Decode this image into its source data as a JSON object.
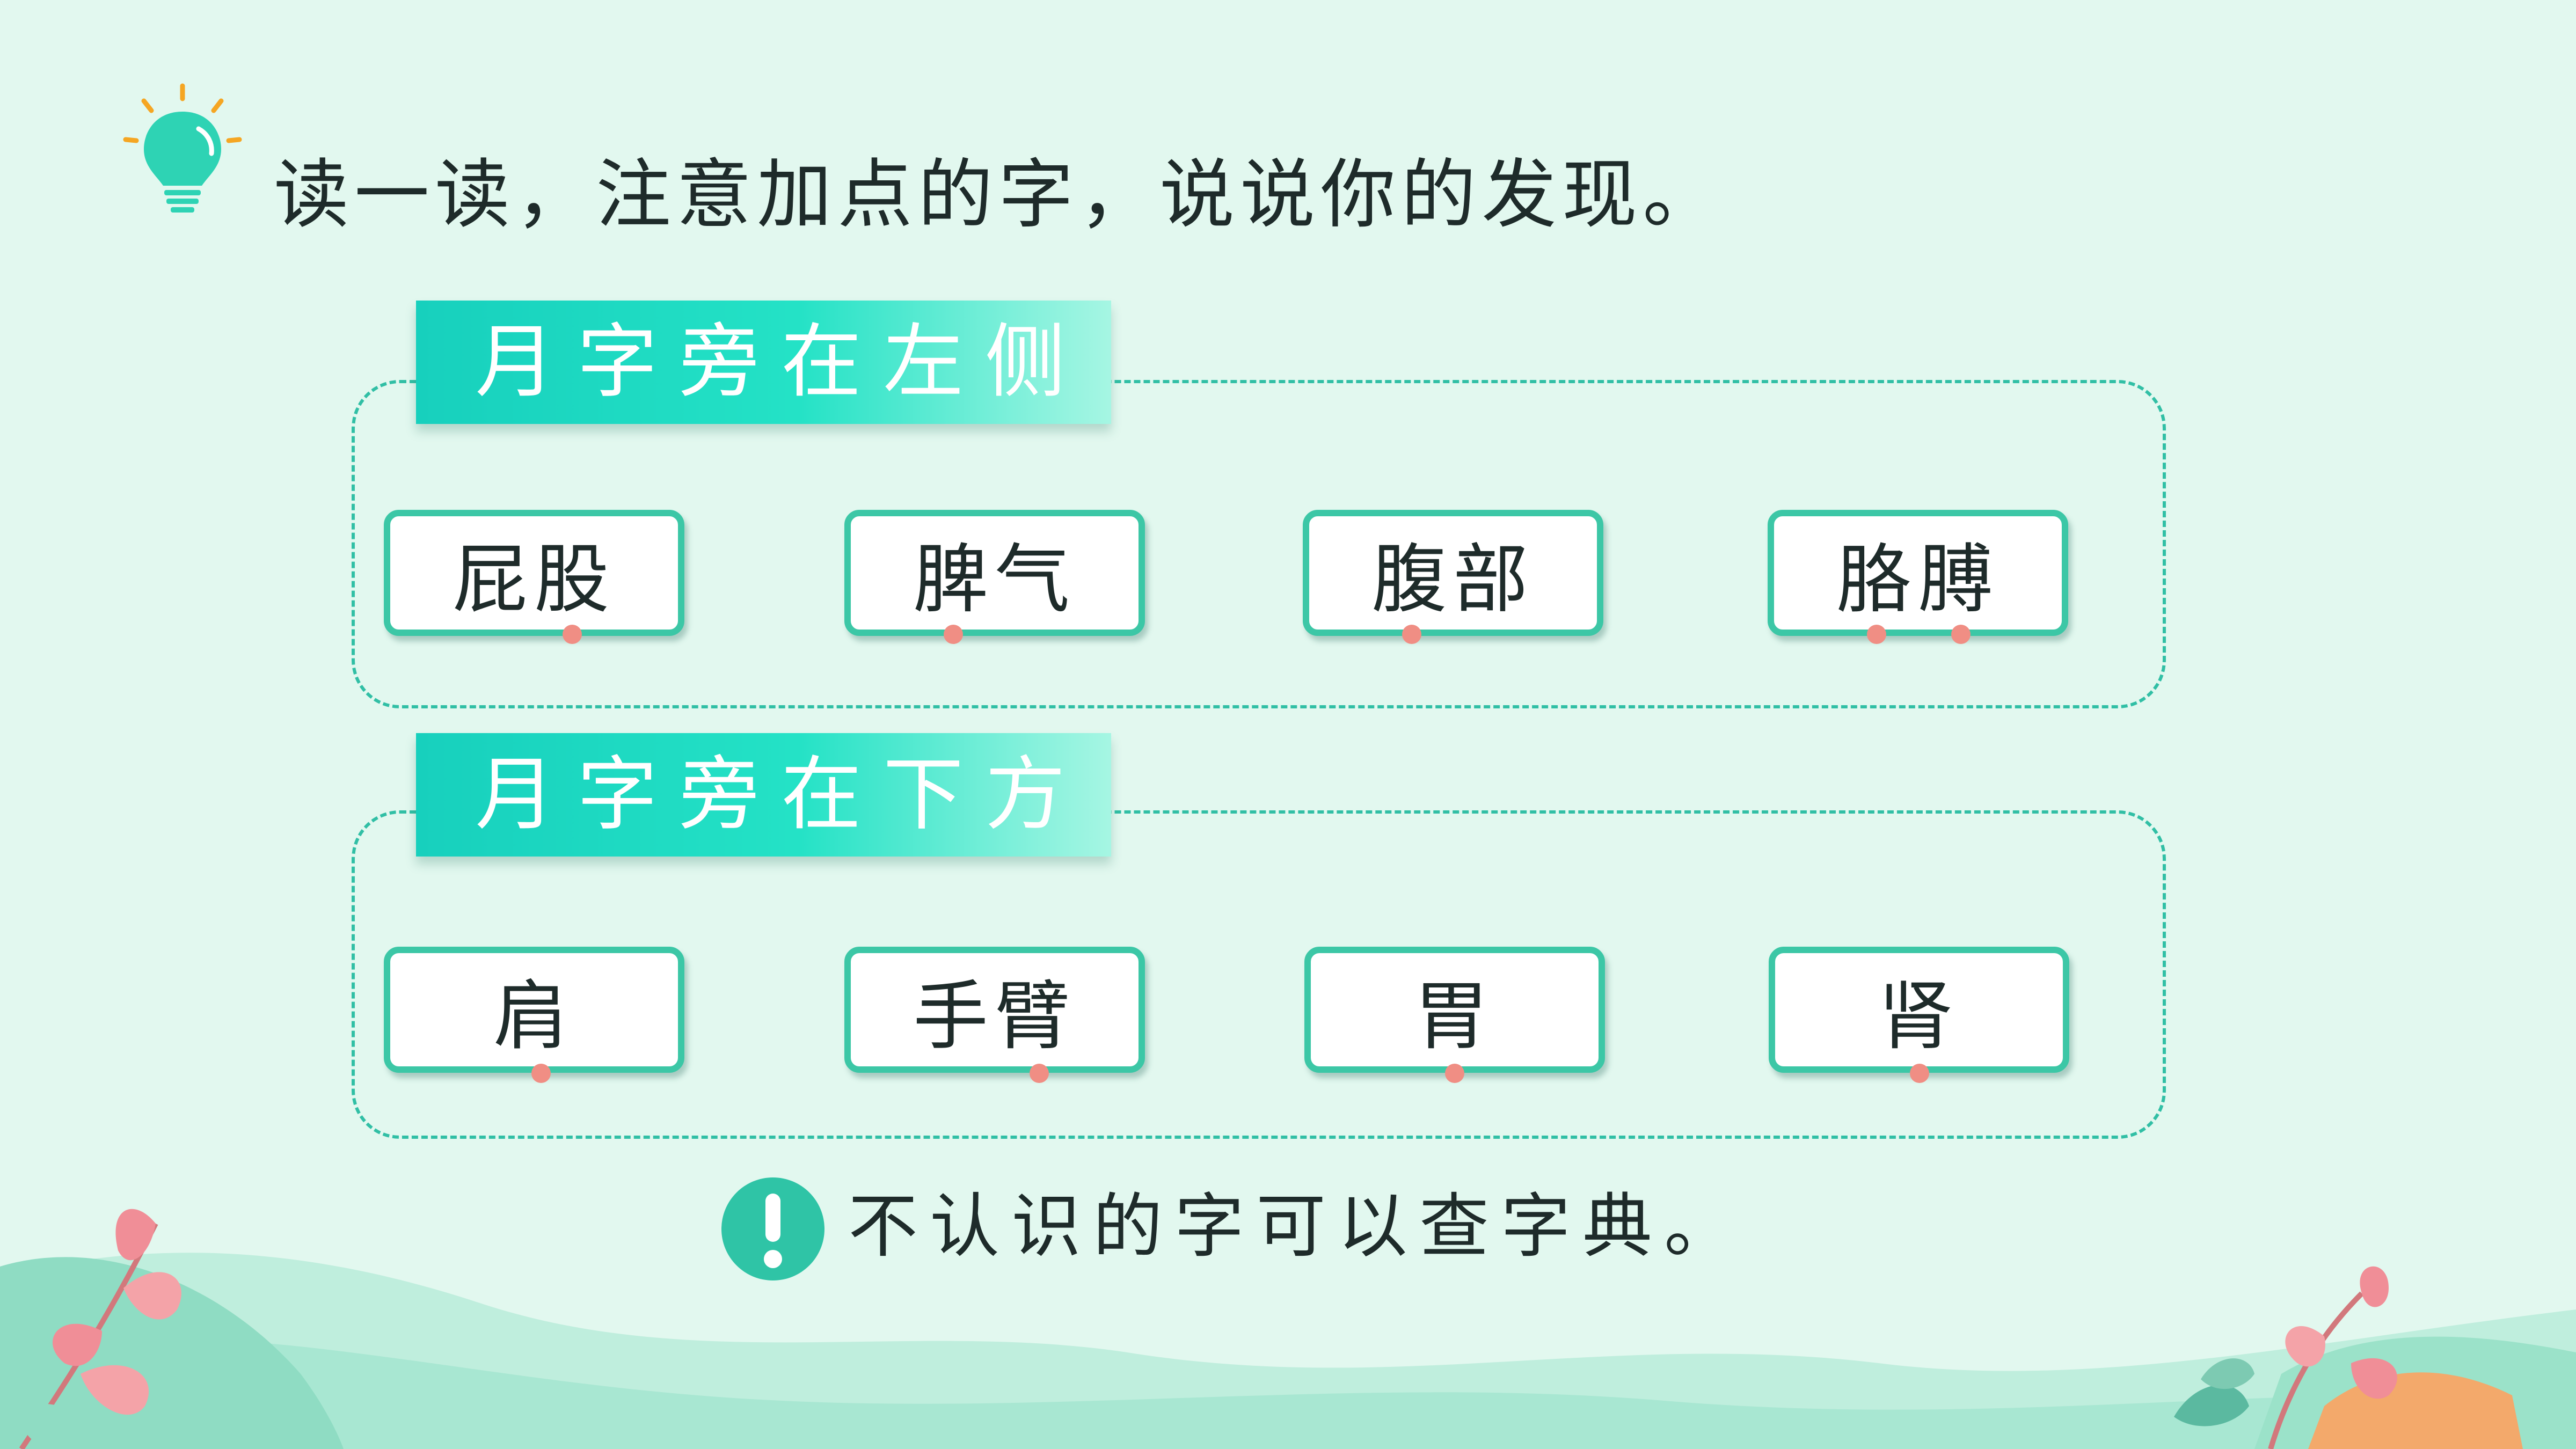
{
  "colors": {
    "background": "#e2f8ef",
    "teal_accent": "#2fc4a6",
    "label_gradient_start": "#17d0bd",
    "card_border": "#3cc7a6",
    "emphasis_dot": "#f08e84",
    "text": "#1e2b2a"
  },
  "instruction": "读一读，注意加点的字，说说你的发现。",
  "groups": [
    {
      "label": "月字旁在左侧",
      "words": [
        "屁股",
        "脾气",
        "腹部",
        "胳膊"
      ]
    },
    {
      "label": "月字旁在下方",
      "words": [
        "肩",
        "手臂",
        "胃",
        "肾"
      ]
    }
  ],
  "tip": {
    "icon": "exclamation-icon",
    "text": "不认识的字可以查字典。"
  },
  "decorations": [
    "lightbulb-icon",
    "leaf-plant-illustration",
    "hill-background"
  ]
}
